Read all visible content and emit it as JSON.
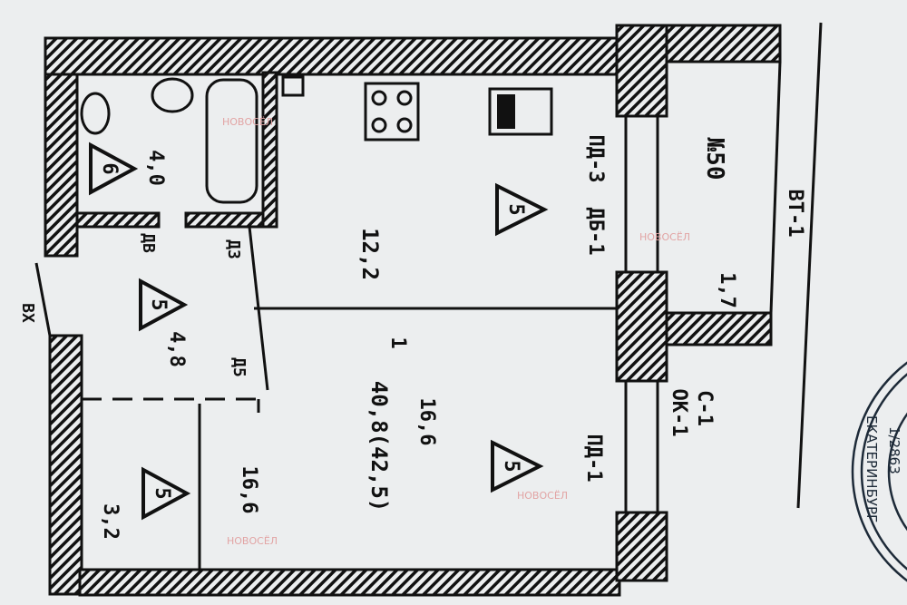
{
  "plan": {
    "apartment_no": "№50",
    "labels": {
      "vt": "ВТ-1",
      "balcony_area": "1,7",
      "pd3": "ПД-3",
      "db1": "ДБ-1",
      "c1": "С-1",
      "ok1": "ОК-1",
      "pd1": "ПД-1",
      "kitchen_area": "12,2",
      "rooms_count": "1",
      "living_area": "16,6",
      "total_area": "40,8(42,5)",
      "bath_area": "4,0",
      "hall_area": "4,8",
      "closet_area": "3,2",
      "room_area_2": "16,6",
      "entrance": "ВХ",
      "door_a": "ДВ",
      "door_b": "Д3",
      "door_c": "Д5"
    },
    "triangles": [
      "6",
      "5",
      "5",
      "5",
      "5"
    ],
    "watermark": "НОВОСЁЛ",
    "stamp_text": "ЕКАТЕРИНБУРГ",
    "stamp_number": "1/2863"
  },
  "colors": {
    "ink": "#111111",
    "paper": "#eceeef",
    "watermark": "#e2a4a4",
    "stamp": "#1d2a38"
  }
}
